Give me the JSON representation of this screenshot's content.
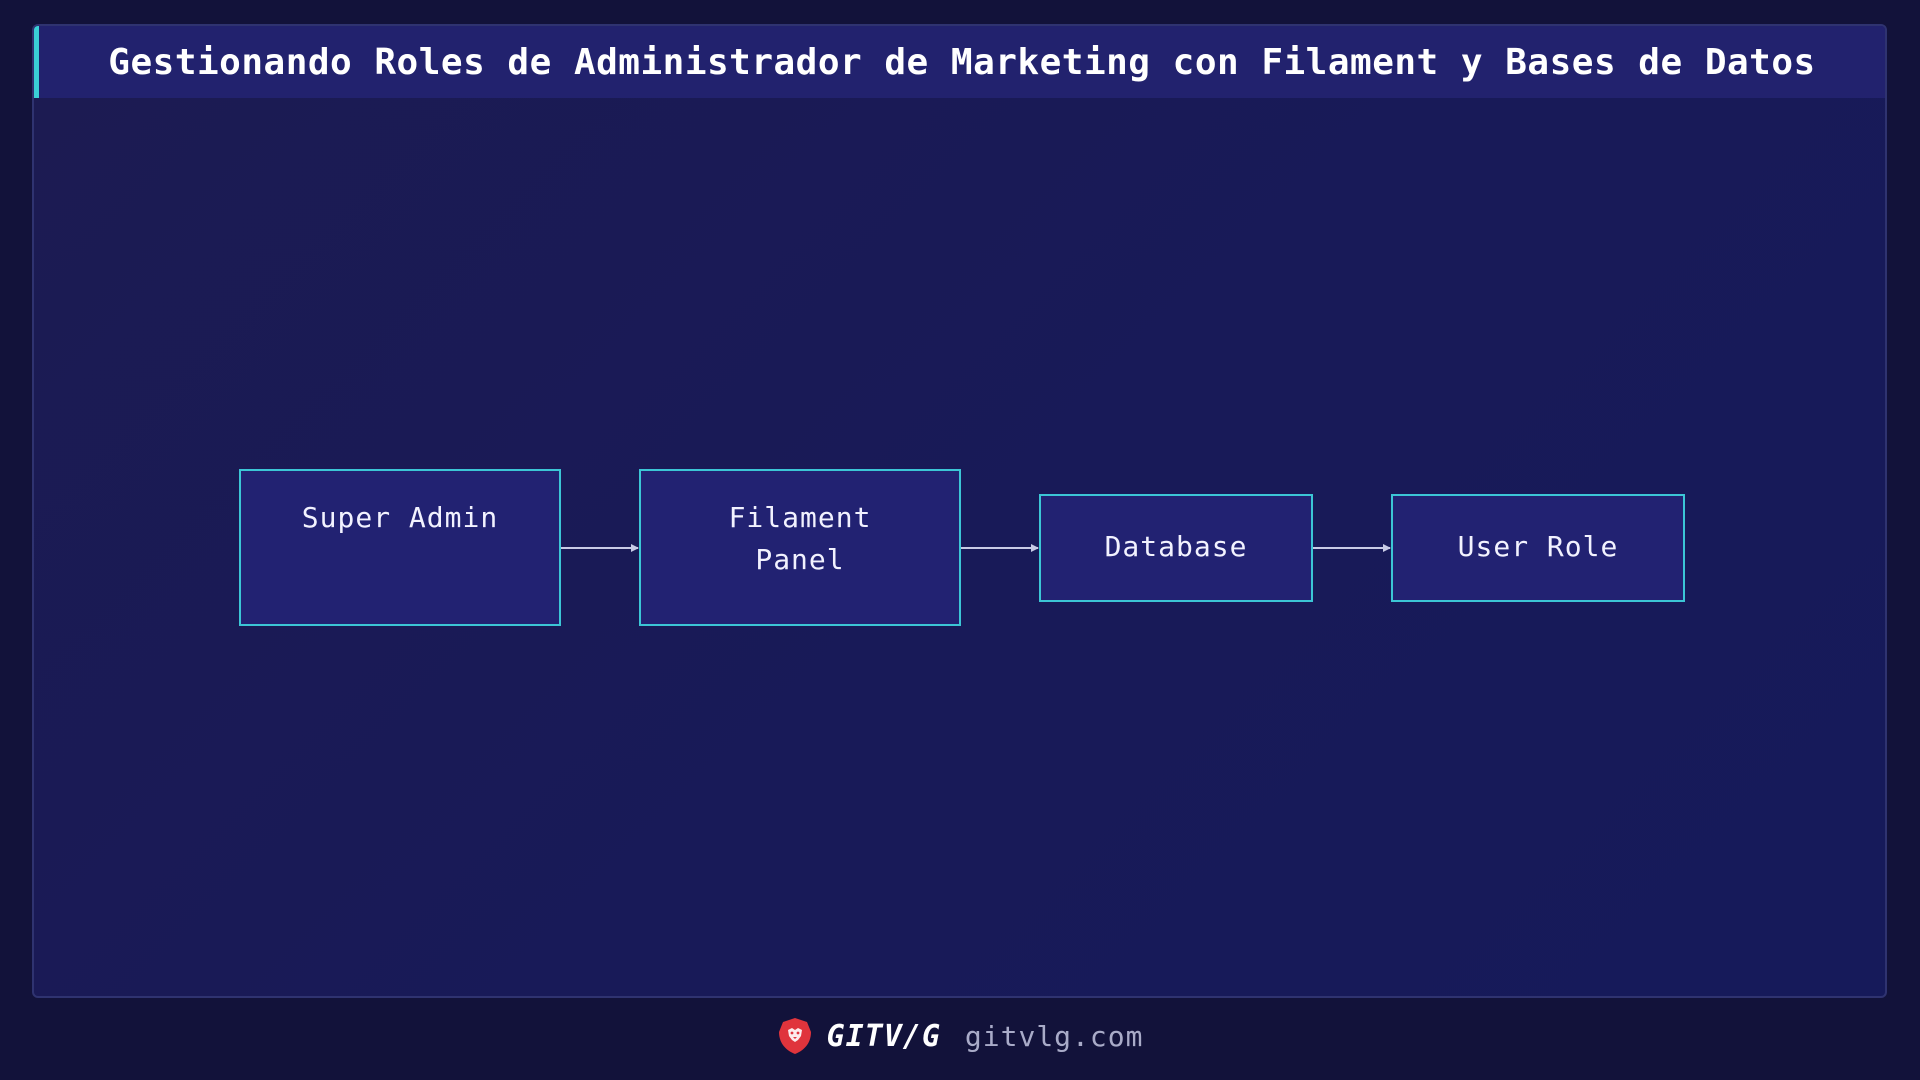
{
  "header": {
    "title": "Gestionando Roles de Administrador de Marketing con Filament y Bases de Datos"
  },
  "diagram": {
    "nodes": [
      {
        "lines": [
          "Super Admin"
        ]
      },
      {
        "lines": [
          "Filament",
          "Panel"
        ]
      },
      {
        "lines": [
          "Database"
        ]
      },
      {
        "lines": [
          "User Role"
        ]
      }
    ],
    "edges": [
      {
        "from": "Super Admin",
        "to": "Filament Panel"
      },
      {
        "from": "Filament Panel",
        "to": "Database"
      },
      {
        "from": "Database",
        "to": "User Role"
      }
    ]
  },
  "footer": {
    "logo_icon": "lion-shield-icon",
    "brand": "GITV/G",
    "site": "gitvlg.com"
  },
  "colors": {
    "background": "#12123a",
    "panel": "#1c1b52",
    "title_bar": "#22226e",
    "accent": "#3ad0d6",
    "node_fill": "#222272",
    "node_border": "#3cc6d6",
    "logo_red": "#e0343c"
  }
}
